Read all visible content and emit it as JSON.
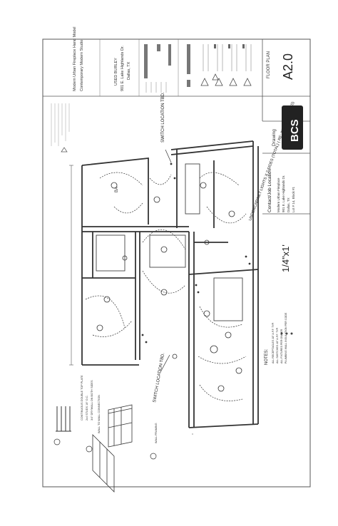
{
  "title_block": {
    "project_line1": "Modern Urban Fireplace Hand Model",
    "project_line2": "Contemporary Modern Studio",
    "address_line1": "USED BURLEY",
    "address_line2": "901 E. Lake Highlands Dr.",
    "address_line3": "Dallas, TX",
    "drawing_label": "Drawing",
    "sheet_name": "FLOOR PLAN",
    "sheet_number": "A2.0",
    "scale": "1/4\"x1'",
    "logo": "BCS",
    "contact_heading": "Contact/Job Location",
    "contact_line1": "Modern Urban Fireplace",
    "contact_line2": "901 E. Lake Highlands Dr.",
    "contact_line3": "Dallas, TX",
    "contact_line4": "Lot # 14, Block #1"
  },
  "rooms": {
    "room1": "BA"
  },
  "callouts": {
    "switch1": "SWITCH LOCATION TBD.",
    "switch2": "SWITCH LOCATION TBD.",
    "undercabinet": "UNDERCABINET LIGHTS X 2 SIDES (TOTAL) ( RE: INT. ELEVATIONS)"
  },
  "notes": {
    "heading": "NOTES:",
    "items": [
      "ALL RECEPTACLES 18\" A.F.F. TYP.",
      "ALL SWITCHES 48\" A.F.F. TYP.",
      "ALL FIXTURES PER OWNER",
      "PLUMBING WALL INSULATION PER CODE"
    ]
  },
  "wall_legend": {
    "title": "WALL TO WALL CONNECTION",
    "t1": "CONTINUOUS DOUBLE TOP PLATE",
    "t2": "2x4 STUDS 16\" O.C.",
    "t3": "3/4\" DRYWALL ON BOTH SIDES",
    "t4": "WALL FRAMING"
  }
}
